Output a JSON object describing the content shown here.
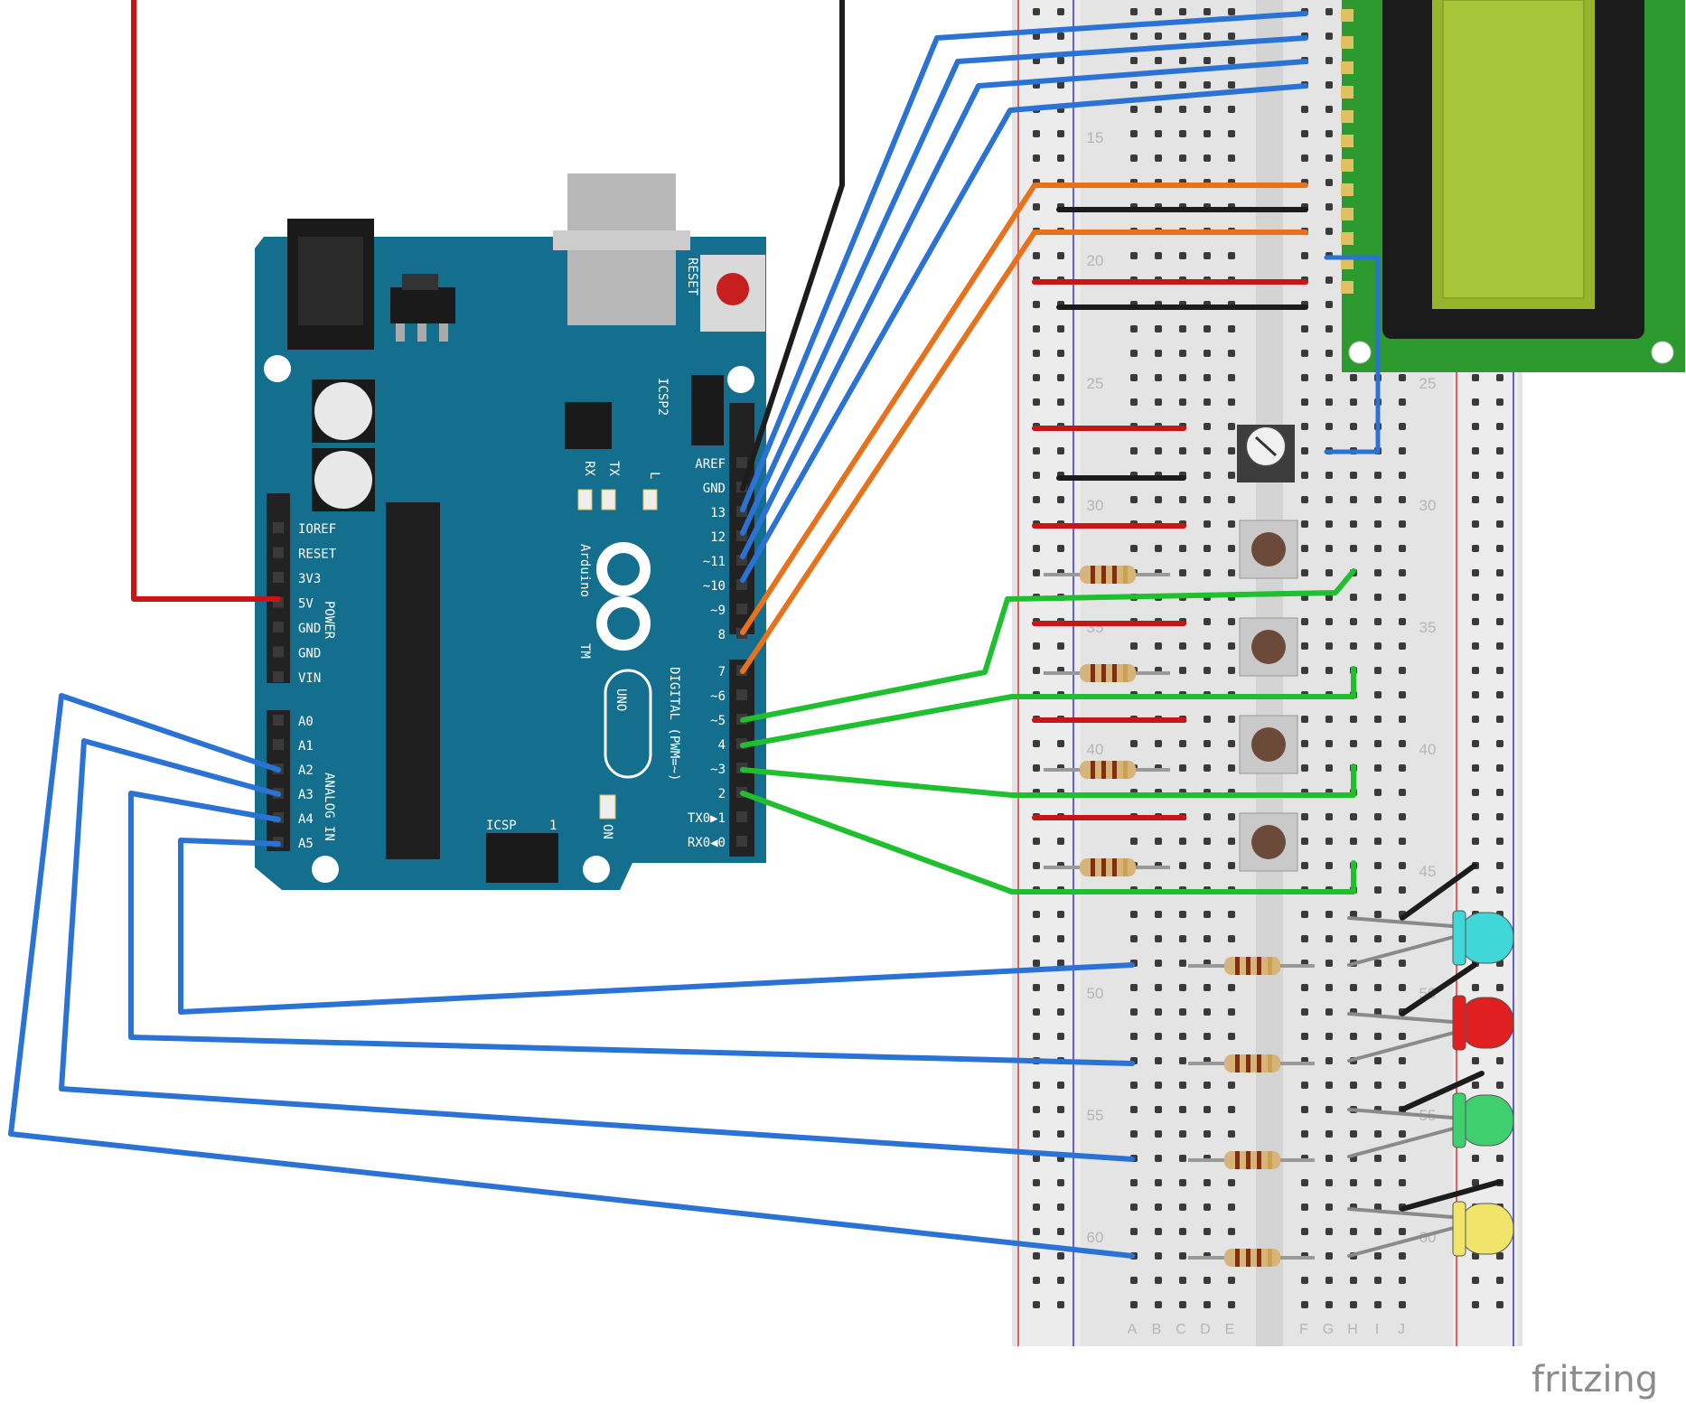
{
  "arduino": {
    "reset_label": "RESET",
    "icsp2_label": "ICSP2",
    "icsp_label": "ICSP",
    "icsp_pin_mark": "1",
    "rx_label": "RX",
    "tx_label": "TX",
    "l_label": "L",
    "brand_label": "Arduino",
    "brand_tm": "TM",
    "model_label": "UNO",
    "on_label": "ON",
    "digital_label": "DIGITAL (PWM=~)",
    "power_label": "POWER",
    "analog_label": "ANALOG IN",
    "digital_pins": [
      "AREF",
      "GND",
      "13",
      "12",
      "~11",
      "~10",
      "~9",
      "8",
      "7",
      "~6",
      "~5",
      "4",
      "~3",
      "2",
      "TX0▶1",
      "RX0◀0"
    ],
    "power_pins": [
      "IOREF",
      "RESET",
      "3V3",
      "5V",
      "GND",
      "GND",
      "VIN"
    ],
    "analog_pins": [
      "A0",
      "A1",
      "A2",
      "A3",
      "A4",
      "A5"
    ]
  },
  "breadboard": {
    "row_numbers": [
      "15",
      "20",
      "25",
      "30",
      "35",
      "40",
      "45",
      "50",
      "55",
      "60"
    ],
    "columns_left": [
      "A",
      "B",
      "C",
      "D",
      "E"
    ],
    "columns_right": [
      "F",
      "G",
      "H",
      "I",
      "J"
    ]
  },
  "leds": [
    {
      "name": "cyan-led",
      "color": "#3fd7d7"
    },
    {
      "name": "red-led",
      "color": "#e02020"
    },
    {
      "name": "green-led",
      "color": "#3fcf6f"
    },
    {
      "name": "yellow-led",
      "color": "#f1e46a"
    }
  ],
  "wire_colors": {
    "blue": "#2a73d4",
    "green": "#1fbf2f",
    "orange": "#e8711c",
    "red": "#c81616",
    "black": "#1c1c1c"
  },
  "watermark": "fritzing"
}
